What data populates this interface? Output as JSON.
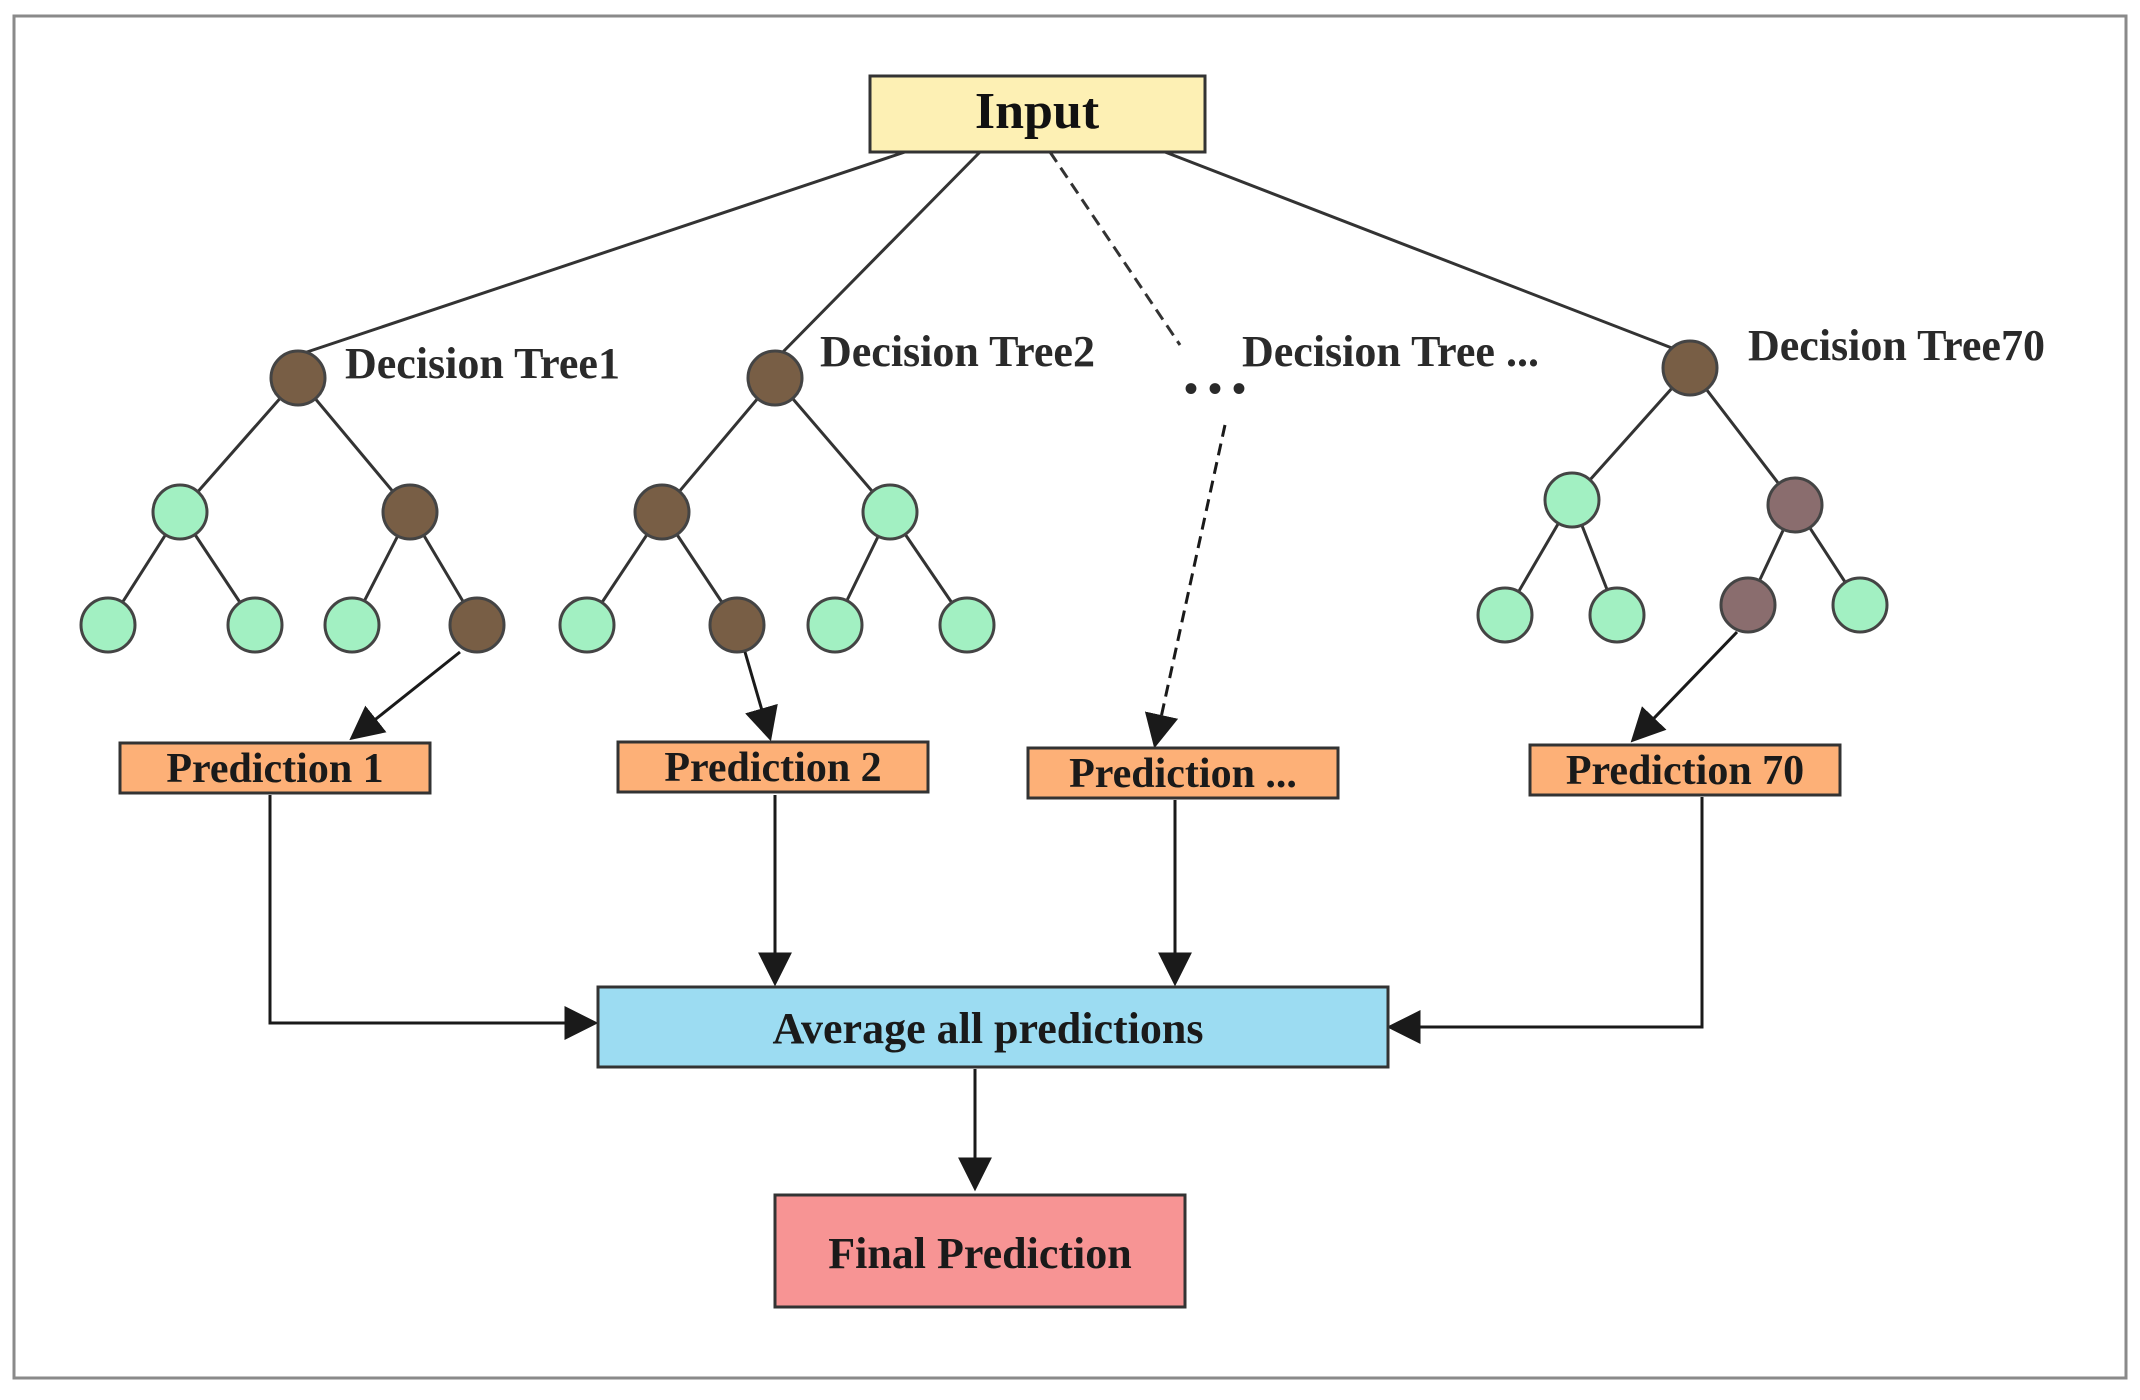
{
  "input": {
    "label": "Input"
  },
  "trees": [
    {
      "label": "Decision Tree1"
    },
    {
      "label": "Decision Tree2"
    },
    {
      "label": "Decision Tree ..."
    },
    {
      "label": "Decision Tree70"
    }
  ],
  "ellipsis": "• • •",
  "predictions": [
    {
      "label": "Prediction 1"
    },
    {
      "label": "Prediction 2"
    },
    {
      "label": "Prediction ..."
    },
    {
      "label": "Prediction 70"
    }
  ],
  "average": {
    "label": "Average all predictions"
  },
  "final": {
    "label": "Final Prediction"
  },
  "colors": {
    "input_fill": "#fdf0b4",
    "prediction_fill": "#fdb077",
    "average_fill": "#9cdcf2",
    "final_fill": "#f79494",
    "leaf_node": "#a2f0c2",
    "decision_node": "#785e45",
    "decision_node_alt": "#8a6d6e",
    "line": "#333333"
  }
}
